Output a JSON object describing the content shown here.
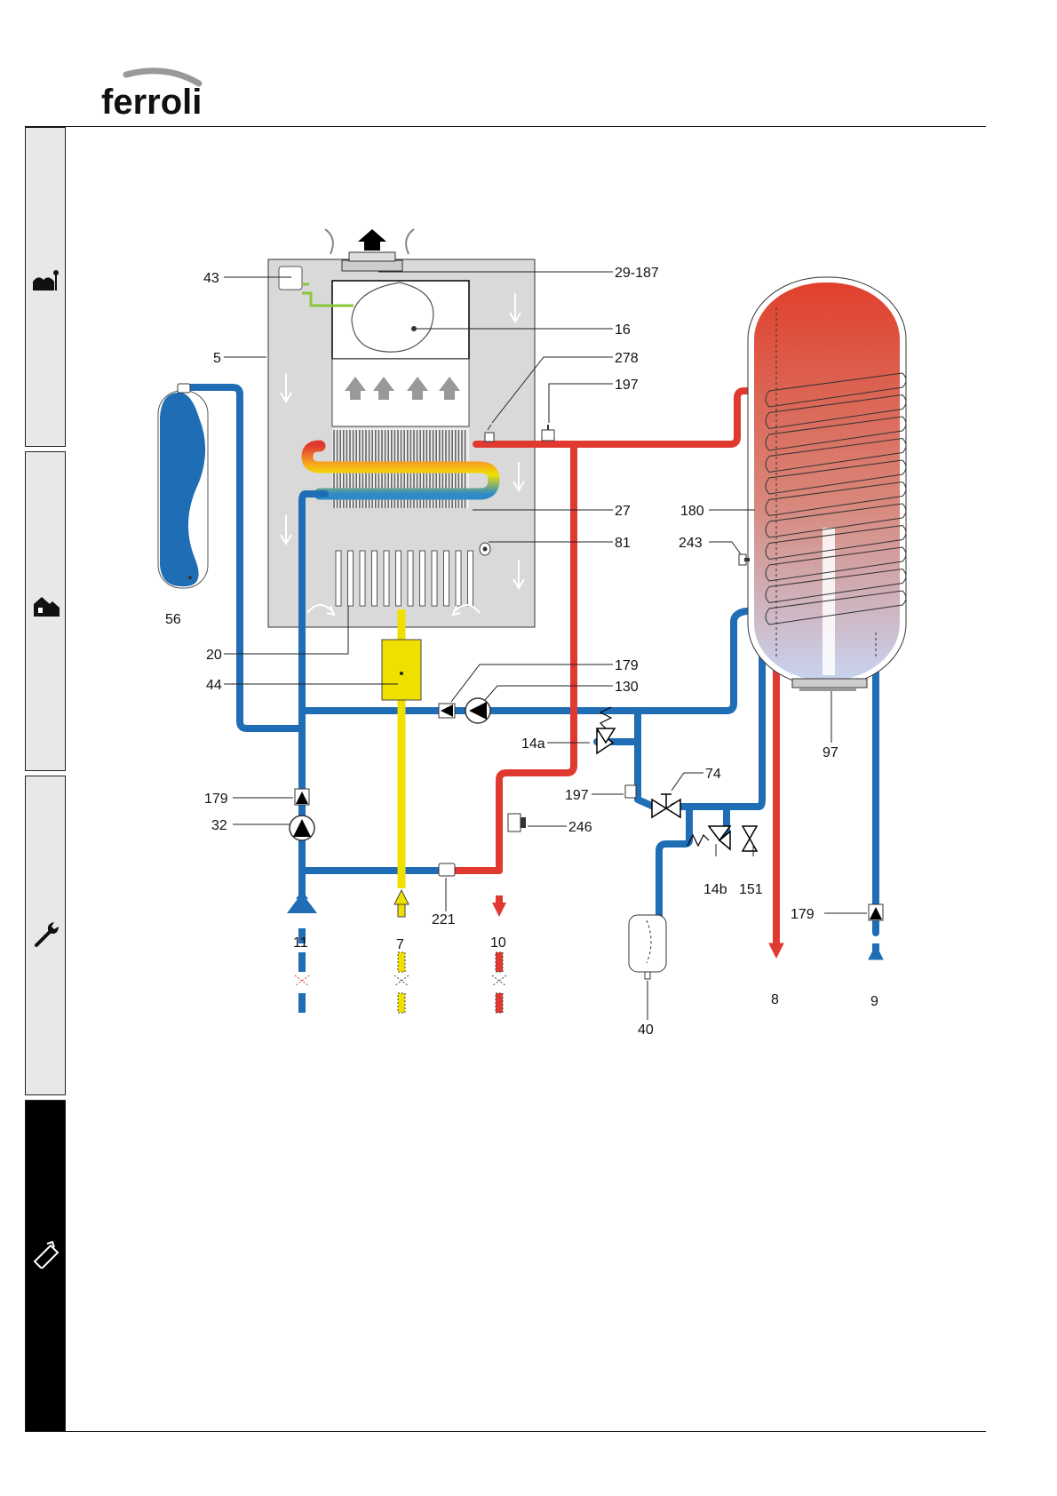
{
  "brand": {
    "name": "ferroli"
  },
  "sidebar": {
    "tabs": [
      {
        "icon": "user-house-icon",
        "active": false
      },
      {
        "icon": "installer-house-icon",
        "active": false
      },
      {
        "icon": "wrench-icon",
        "active": false
      },
      {
        "icon": "clipboard-icon",
        "active": true
      }
    ]
  },
  "diagram": {
    "labels": {
      "l43": "43",
      "l29_187": "29-187",
      "l16": "16",
      "l5": "5",
      "l278": "278",
      "l197a": "197",
      "l27": "27",
      "l180": "180",
      "l81": "81",
      "l243": "243",
      "l56": "56",
      "l20": "20",
      "l179a": "179",
      "l44": "44",
      "l130": "130",
      "l14a": "14a",
      "l97": "97",
      "l74": "74",
      "l179b": "179",
      "l197b": "197",
      "l32": "32",
      "l246": "246",
      "l14b": "14b",
      "l151": "151",
      "l179c": "179",
      "l221": "221",
      "l11": "11",
      "l7": "7",
      "l10": "10",
      "l8": "8",
      "l9": "9",
      "l40": "40"
    },
    "colors": {
      "cold_pipe": "#1f6db5",
      "hot_pipe": "#e03a30",
      "gas_pipe": "#f0e000",
      "boiler_casing": "#d9d9d9",
      "tank_top": "#e0402c",
      "tank_bottom": "#c8d4f0"
    }
  }
}
